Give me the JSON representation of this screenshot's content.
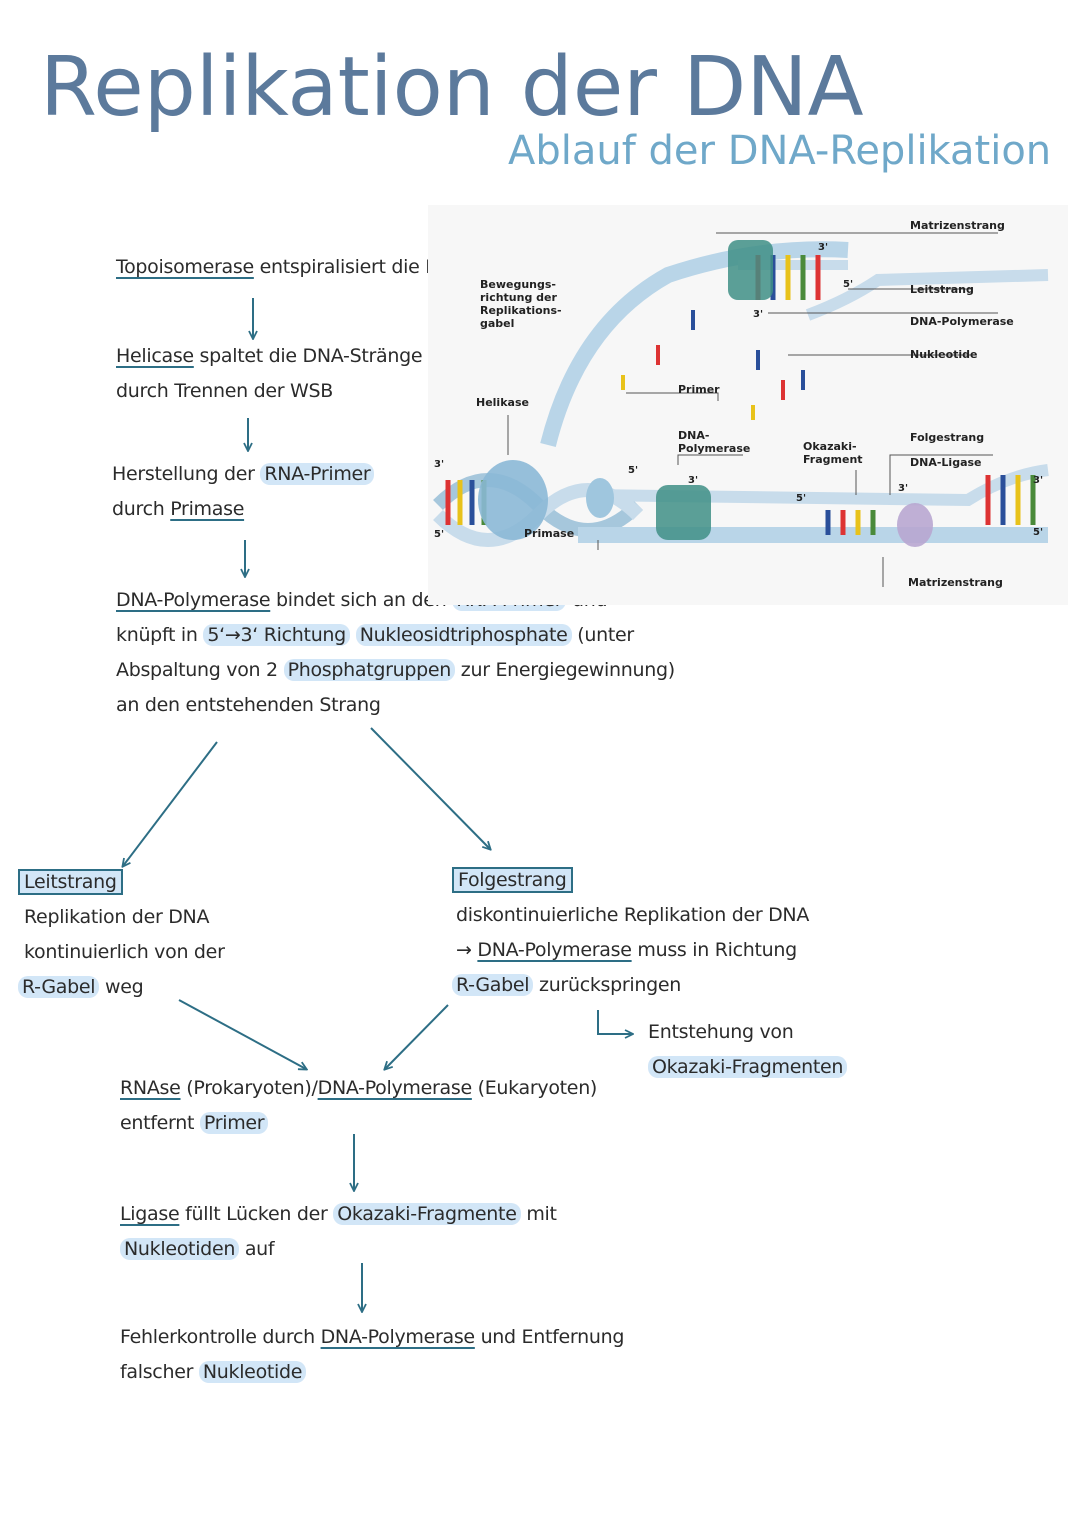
{
  "title": "Replikation der DNA",
  "subtitle": "Ablauf der DNA-Replikation",
  "steps": {
    "s1": {
      "t1": "Topoisomerase",
      "t2": " entspiralisiert die DNA"
    },
    "s2": {
      "t1": "Helicase",
      "t2": " spaltet die DNA-Stränge",
      "t3": "durch Trennen der WSB"
    },
    "s3": {
      "t1": "Herstellung der ",
      "t2": "RNA-Primer",
      "t3": "durch ",
      "t4": "Primase"
    },
    "s4": {
      "a1": "DNA-Polymerase",
      "a2": " bindet sich an den ",
      "a3": "RNA-Primer",
      "a4": " und",
      "b1": "knüpft in ",
      "b2": "5‘→3‘ Richtung",
      "b3": " ",
      "b4": "Nukleosidtriphosphate",
      "b5": " (unter",
      "c1": "Abspaltung von 2 ",
      "c2": "Phosphatgruppen",
      "c3": " zur Energiegewinnung)",
      "d1": "an den entstehenden Strang"
    },
    "leit": {
      "head": "Leitstrang",
      "l1": "Replikation der DNA",
      "l2": "kontinuierlich von der",
      "l3a": "R-Gabel",
      "l3b": " weg"
    },
    "folge": {
      "head": "Folgestrang",
      "l1": "diskontinuierliche Replikation der DNA",
      "l2a": "→ ",
      "l2b": "DNA-Polymerase",
      "l2c": " muss in Richtung",
      "l3a": "R-Gabel",
      "l3b": " zurückspringen",
      "l4": "Entstehung von",
      "l5": "Okazaki-Fragmenten"
    },
    "s5": {
      "a1": "RNAse",
      "a2": " (Prokaryoten)/",
      "a3": "DNA-Polymerase",
      "a4": " (Eukaryoten)",
      "b1": "entfernt ",
      "b2": "Primer"
    },
    "s6": {
      "a1": "Ligase",
      "a2": " füllt Lücken der ",
      "a3": "Okazaki-Fragmente",
      "a4": " mit",
      "b1": "Nukleotiden",
      "b2": " auf"
    },
    "s7": {
      "a1": "Fehlerkontrolle durch ",
      "a2": "DNA-Polymerase",
      "a3": " und Entfernung",
      "b1": "falscher ",
      "b2": "Nukleotide"
    }
  },
  "figure": {
    "labels": {
      "matrizenstrang_top": "Matrizenstrang",
      "leitstrang": "Leitstrang",
      "dna_polymerase_top": "DNA-Polymerase",
      "nukleotide": "Nukleotide",
      "bewegung1": "Bewegungs-",
      "bewegung2": "richtung der",
      "bewegung3": "Replikations-",
      "bewegung4": "gabel",
      "helikase": "Helikase",
      "primer": "Primer",
      "dna_pol_mid1": "DNA-",
      "dna_pol_mid2": "Polymerase",
      "okazaki1": "Okazaki-",
      "okazaki2": "Fragment",
      "folgestrang": "Folgestrang",
      "dna_ligase": "DNA-Ligase",
      "primase": "Primase",
      "matrizenstrang_bottom": "Matrizenstrang",
      "p3": "3'",
      "p5": "5'"
    }
  },
  "colors": {
    "title": "#5c7a9c",
    "subtitle": "#6fa8c9",
    "arrow": "#2d6e85",
    "highlight": "#d2e6f7"
  }
}
